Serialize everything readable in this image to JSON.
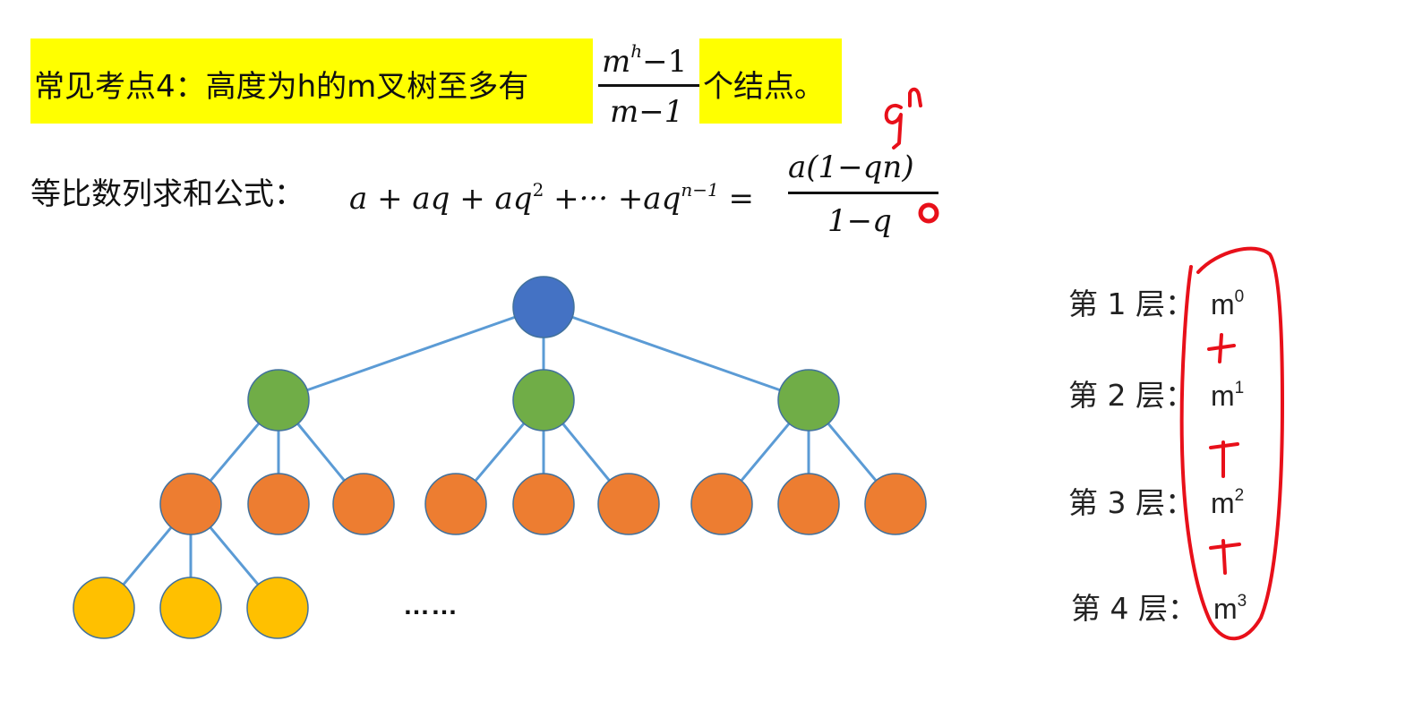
{
  "title": {
    "prefix": "常见考点4：高度为h的m叉树至多有",
    "numerator_base": "m",
    "numerator_exp": "h",
    "numerator_tail": "−1",
    "denominator": "m−1",
    "suffix": "个结点。",
    "highlight_color": "#ffff00"
  },
  "geometric_sum": {
    "label": "等比数列求和公式：",
    "lhs_parts": [
      "a + aq + aq",
      "2",
      " +··· +aq",
      "n−1",
      " = "
    ],
    "rhs_numerator": "a(1−qn)",
    "rhs_denominator": "1−q"
  },
  "tree": {
    "root_color": "#4472c4",
    "level2_color": "#70ad47",
    "level3_color": "#ed7d31",
    "level4_color": "#ffc000",
    "edge_color": "#5b9bd5",
    "ellipsis": "……"
  },
  "layers": [
    {
      "label": "第 1 层：",
      "base": "m",
      "exp": "0"
    },
    {
      "label": "第 2 层：",
      "base": "m",
      "exp": "1"
    },
    {
      "label": "第 3 层：",
      "base": "m",
      "exp": "2"
    },
    {
      "label": "第 4 层：",
      "base": "m",
      "exp": "3"
    }
  ],
  "annotations": {
    "ink_color": "#e8101a",
    "handwritten": "qn",
    "plus_marks": [
      "+",
      "+",
      "+"
    ]
  }
}
